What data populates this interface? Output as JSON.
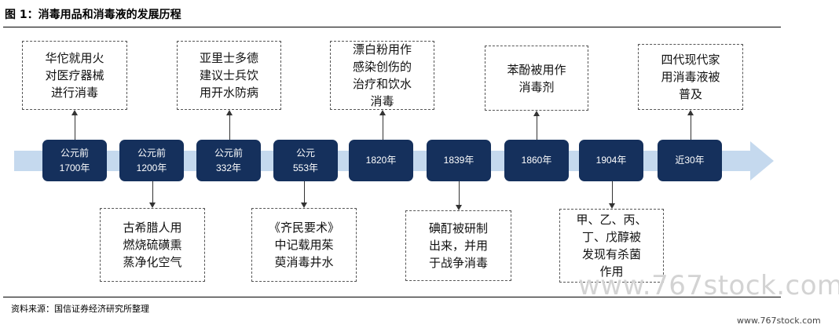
{
  "title": "图 1：消毒用品和消毒液的发展历程",
  "source": "资料来源：国信证券经济研究所整理",
  "watermark": {
    "big": "www.767stock.com",
    "small": "www.767stock.com"
  },
  "colors": {
    "node_fill": "#15305c",
    "timeline_arrow": "#c5d9ee"
  },
  "timeline": [
    {
      "label": "公元前\n1700年",
      "event": "华佗就用火\n对医疗器械\n进行消毒",
      "position": "above"
    },
    {
      "label": "公元前\n1200年",
      "event": "古希腊人用\n燃烧硫磺熏\n蒸净化空气",
      "position": "below"
    },
    {
      "label": "公元前\n332年",
      "event": "亚里士多德\n建议士兵饮\n用开水防病",
      "position": "above"
    },
    {
      "label": "公元\n553年",
      "event": "《齐民要术》\n中记载用茱\n萸消毒井水",
      "position": "below"
    },
    {
      "label": "1820年",
      "event": "漂白粉用作\n感染创伤的\n治疗和饮水\n消毒",
      "position": "above"
    },
    {
      "label": "1839年",
      "event": "碘酊被研制\n出来，并用\n于战争消毒",
      "position": "below"
    },
    {
      "label": "1860年",
      "event": "苯酚被用作\n消毒剂",
      "position": "above"
    },
    {
      "label": "1904年",
      "event": "甲、乙、丙、\n丁、戊醇被\n发现有杀菌\n作用",
      "position": "below"
    },
    {
      "label": "近30年",
      "event": "四代现代家\n用消毒液被\n普及",
      "position": "above"
    }
  ]
}
